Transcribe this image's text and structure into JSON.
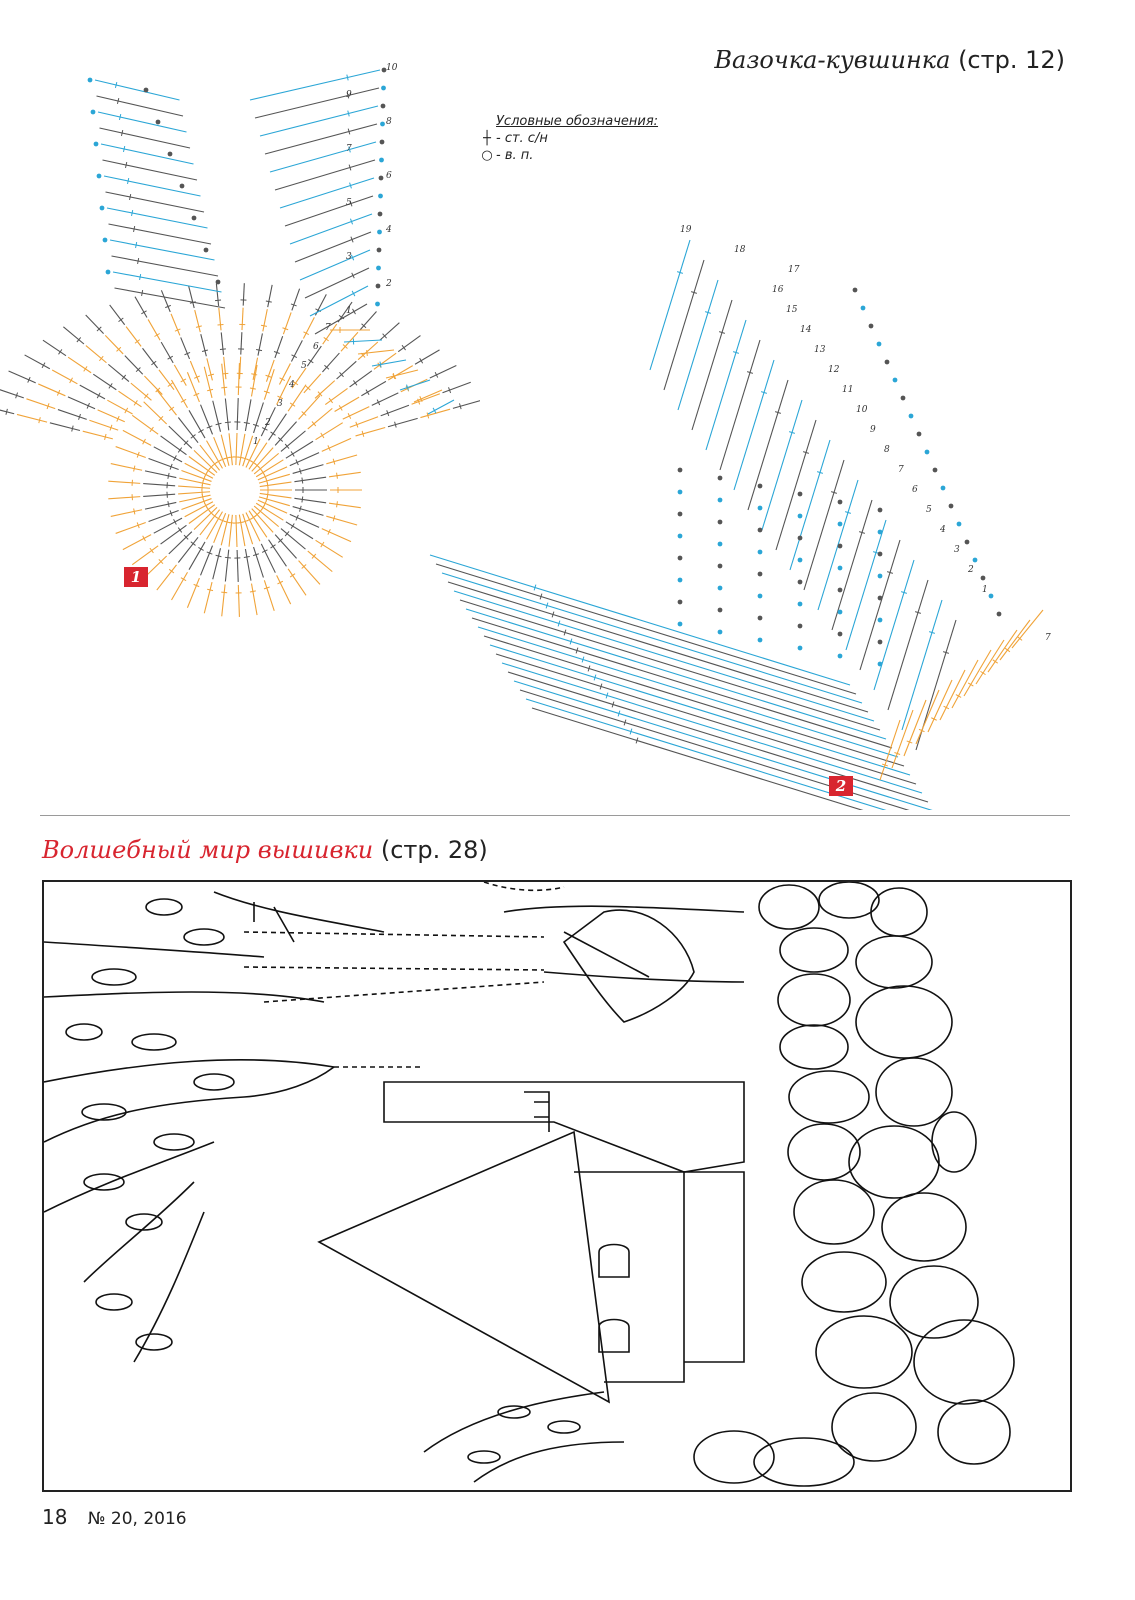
{
  "header": {
    "title": "Вазочка-кувшинка",
    "page_ref": "(стр. 12)"
  },
  "legend": {
    "title": "Условные обозначения:",
    "items": [
      {
        "symbol": "┼",
        "icon": "double-crochet-symbol",
        "label": "- ст. с/н"
      },
      {
        "symbol": "○",
        "icon": "chain-stitch-symbol",
        "label": "- в. п."
      }
    ]
  },
  "diagrams": [
    {
      "badge": "1"
    },
    {
      "badge": "2"
    }
  ],
  "diagram1_labels": [
    "10",
    "9",
    "8",
    "7",
    "6",
    "5",
    "4",
    "3",
    "2",
    "1"
  ],
  "diagram1_labels_lower": [
    "7",
    "6",
    "5",
    "4",
    "3",
    "2",
    "1"
  ],
  "diagram2_labels": [
    "19",
    "18",
    "17",
    "16",
    "15",
    "14",
    "13",
    "12",
    "11",
    "10",
    "9",
    "8",
    "7",
    "6",
    "5",
    "4",
    "3",
    "2",
    "1"
  ],
  "diagram2_label_side": "7",
  "section2": {
    "title": "Волшебный мир вышивки",
    "page_ref": "(стр. 28)"
  },
  "footer": {
    "page_number": "18",
    "issue": "№ 20, 2016"
  },
  "colors": {
    "blue": "#2ba6d6",
    "orange": "#f0a338",
    "dark": "#555555",
    "accent_red": "#d8252f"
  }
}
